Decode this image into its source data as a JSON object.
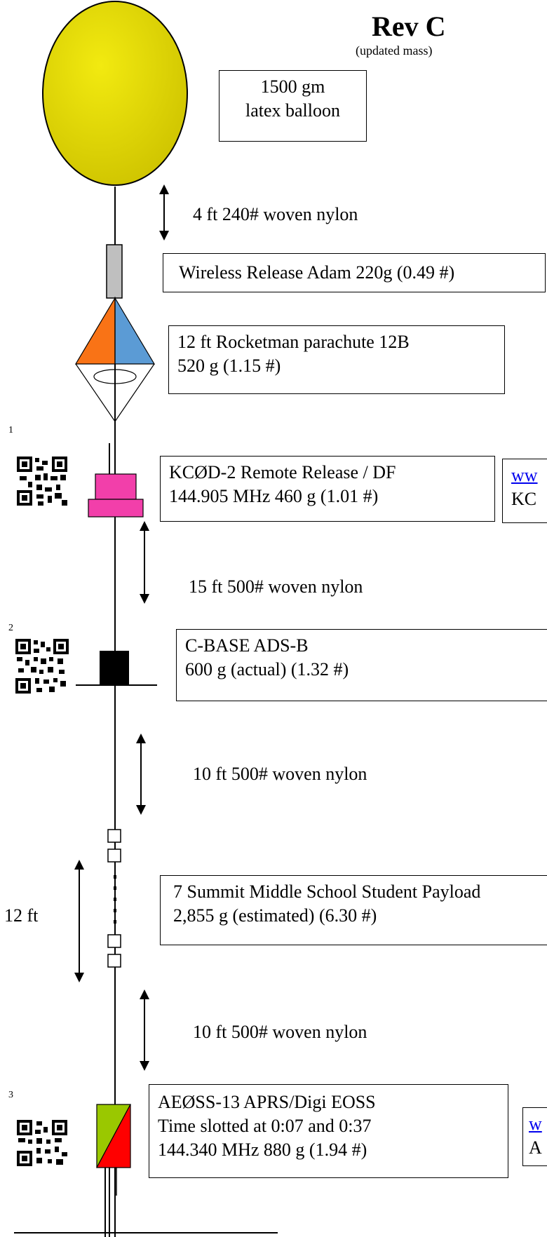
{
  "header": {
    "title": "Rev C",
    "subtitle": "(updated mass)"
  },
  "balloon": {
    "label_line1": "1500 gm",
    "label_line2": "latex balloon",
    "color": "#e8e000"
  },
  "lines": {
    "l1": "4 ft 240# woven nylon",
    "l2": "15 ft 500# woven nylon",
    "l3": "10 ft 500# woven nylon",
    "l4": "10 ft 500# woven nylon",
    "string_length": "12 ft"
  },
  "release": {
    "label": "Wireless Release Adam 220g (0.49 #)"
  },
  "parachute": {
    "line1": "12 ft Rocketman parachute  12B",
    "line2": "520 g (1.15 #)",
    "color_left": "#f97316",
    "color_right": "#5b9bd5"
  },
  "payload1": {
    "number": "1",
    "line1": "KCØD-2 Remote Release  / DF",
    "line2": "144.905 MHz 460 g (1.01 #)",
    "side_line1": "ww",
    "side_line2": "KC",
    "color": "#f23faa"
  },
  "payload2": {
    "number": "2",
    "line1": "C-BASE  ADS-B",
    "line2": " 600 g (actual) (1.32 #)"
  },
  "student": {
    "line1": "7 Summit Middle School Student Payload",
    "line2": " 2,855 g (estimated) (6.30 #)"
  },
  "payload3": {
    "number": "3",
    "line1": "AEØSS-13 APRS/Digi  EOSS",
    "line2": "Time slotted at 0:07 and 0:37",
    "line3": "144.340 MHz   880 g (1.94 #)",
    "side_line1": "w",
    "side_line2": "A"
  }
}
